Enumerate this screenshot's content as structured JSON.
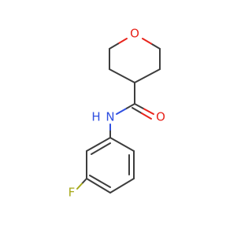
{
  "molecule": {
    "description_free": true,
    "colors": {
      "carbon_bond": "#3d3d3d",
      "oxygen": "#e8241c",
      "nitrogen": "#2f4fe0",
      "fluorine": "#a6a818"
    },
    "atoms": [
      {
        "id": "O_ring",
        "label": "O",
        "element": "O"
      },
      {
        "id": "O_carbonyl",
        "label": "O",
        "element": "O"
      },
      {
        "id": "N_amide",
        "label": "N",
        "label_suffix": "H",
        "element": "N"
      },
      {
        "id": "F",
        "label": "F",
        "element": "F"
      }
    ]
  }
}
